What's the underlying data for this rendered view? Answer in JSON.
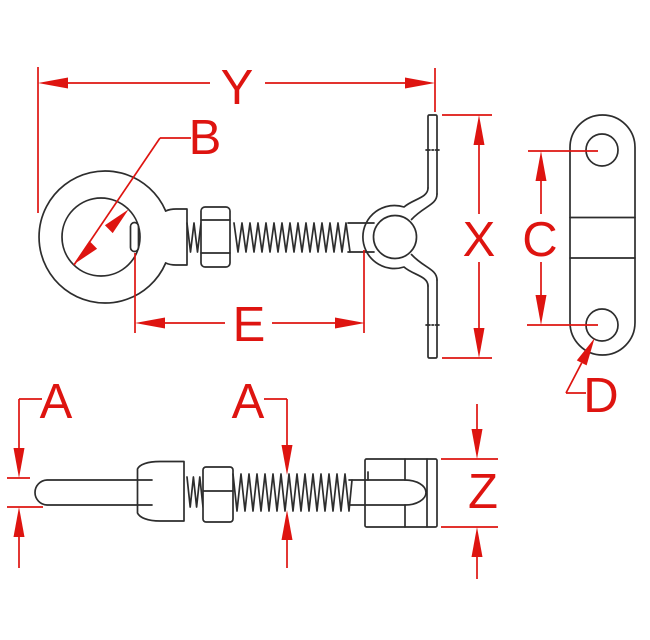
{
  "drawing": {
    "background_color": "#ffffff",
    "outline_color": "#2d2d2d",
    "dimension_color": "#de1410",
    "labels": {
      "overall_length": "Y",
      "eye_inner_diameter": "B",
      "strap_length": "X",
      "hole_spacing": "C",
      "thread_length": "E",
      "hole_diameter": "D",
      "shank_thickness": "A",
      "thread_thickness": "A",
      "strap_width": "Z"
    }
  }
}
